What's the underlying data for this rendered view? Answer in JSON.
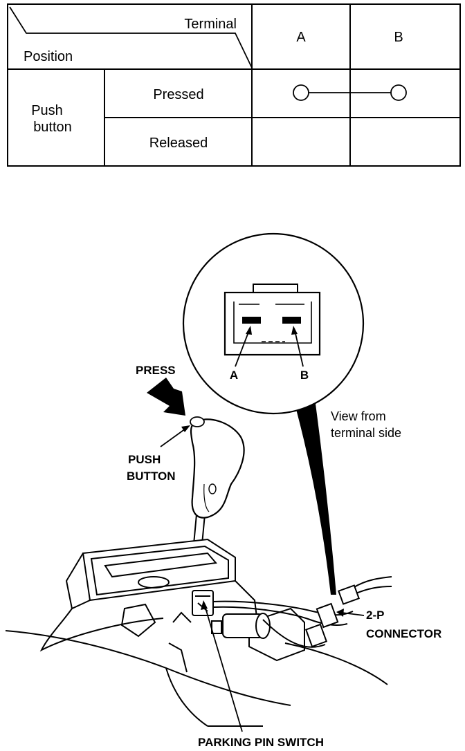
{
  "table": {
    "header_terminal": "Terminal",
    "header_position": "Position",
    "col_a": "A",
    "col_b": "B",
    "row_group_line1": "Push",
    "row_group_line2": "button",
    "row_pressed": "Pressed",
    "row_released": "Released",
    "continuity": [
      {
        "row": "Pressed",
        "terminals": [
          "A",
          "B"
        ]
      },
      {
        "row": "Released",
        "terminals": []
      }
    ]
  },
  "labels": {
    "press": "PRESS",
    "push_button_line1": "PUSH",
    "push_button_line2": "BUTTON",
    "terminal_a": "A",
    "terminal_b": "B",
    "view_line1": "View from",
    "view_line2": "terminal side",
    "connector_line1": "2-P",
    "connector_line2": "CONNECTOR",
    "parking_pin_switch": "PARKING PIN SWITCH"
  }
}
